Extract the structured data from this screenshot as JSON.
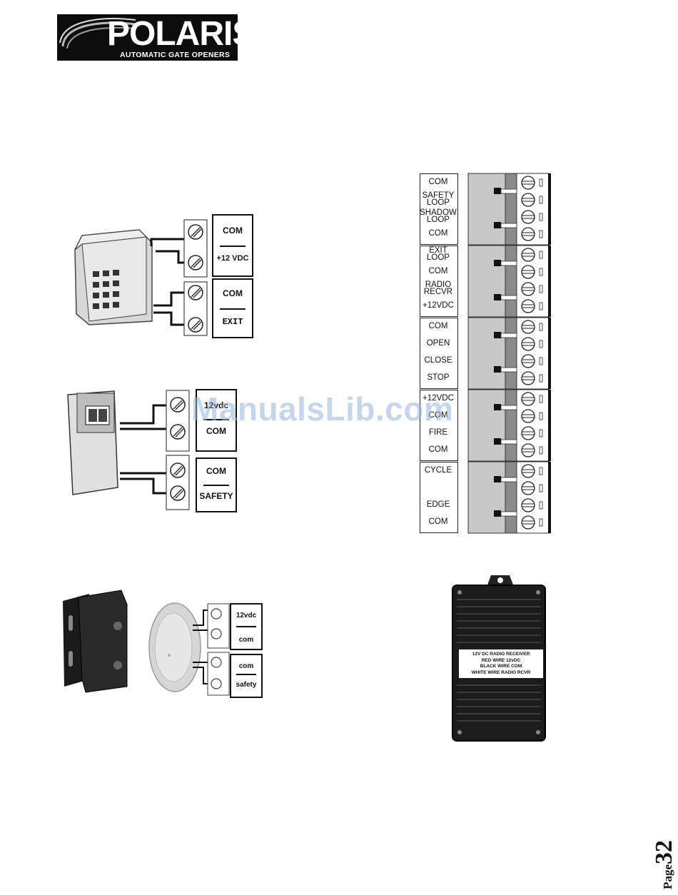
{
  "logo": {
    "name": "POLARIS",
    "tagline": "AUTOMATIC GATE OPENERS"
  },
  "keypad": {
    "top": "COM",
    "bottom": "+12 VDC",
    "top2": "COM",
    "bottom2": "EXIT"
  },
  "photo_eye": {
    "top": "12vdc",
    "bottom": "COM",
    "top2": "COM",
    "bottom2": "SAFETY"
  },
  "reflector": {
    "top": "12vdc",
    "bottom": "com",
    "top2": "com",
    "bottom2": "safety"
  },
  "terminals": [
    [
      "COM",
      "SAFETY LOOP",
      "SHADOW LOOP",
      "COM"
    ],
    [
      "EXIT LOOP",
      "COM",
      "RADIO RECVR",
      "+12VDC"
    ],
    [
      "COM",
      "OPEN",
      "CLOSE",
      "STOP"
    ],
    [
      "+12VDC",
      "COM",
      "FIRE",
      "COM"
    ],
    [
      "CYCLE",
      "",
      "EDGE",
      "COM"
    ]
  ],
  "receiver_label": {
    "line1": "12V DC RADIO RECEIVER",
    "line2": "RED WIRE 12vDC",
    "line3": "BLACK WIRE COM",
    "line4": "WHITE WIRE RADIO RCVR"
  },
  "watermark": "ManualsLib.com",
  "page": {
    "word": "Page",
    "number": "32"
  }
}
